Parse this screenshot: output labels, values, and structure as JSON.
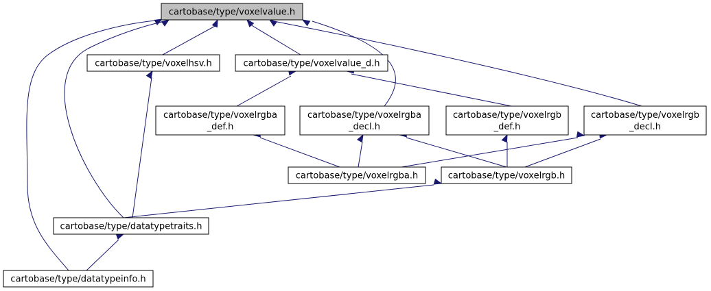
{
  "graph": {
    "nodes": [
      {
        "id": "voxelvalue",
        "lines": [
          "cartobase/type/voxelvalue.h"
        ],
        "highlight": true
      },
      {
        "id": "voxelhsv",
        "lines": [
          "cartobase/type/voxelhsv.h"
        ]
      },
      {
        "id": "voxelvalue_d",
        "lines": [
          "cartobase/type/voxelvalue_d.h"
        ]
      },
      {
        "id": "voxelrgba_def",
        "lines": [
          "cartobase/type/voxelrgba",
          "_def.h"
        ]
      },
      {
        "id": "voxelrgba_decl",
        "lines": [
          "cartobase/type/voxelrgba",
          "_decl.h"
        ]
      },
      {
        "id": "voxelrgb_def",
        "lines": [
          "cartobase/type/voxelrgb",
          "_def.h"
        ]
      },
      {
        "id": "voxelrgb_decl",
        "lines": [
          "cartobase/type/voxelrgb",
          "_decl.h"
        ]
      },
      {
        "id": "voxelrgba",
        "lines": [
          "cartobase/type/voxelrgba.h"
        ]
      },
      {
        "id": "voxelrgb",
        "lines": [
          "cartobase/type/voxelrgb.h"
        ]
      },
      {
        "id": "datatypetraits",
        "lines": [
          "cartobase/type/datatypetraits.h"
        ]
      },
      {
        "id": "datatypeinfo",
        "lines": [
          "cartobase/type/datatypeinfo.h"
        ]
      }
    ],
    "edges": [
      {
        "from": "voxelhsv",
        "to": "voxelvalue"
      },
      {
        "from": "voxelvalue_d",
        "to": "voxelvalue"
      },
      {
        "from": "voxelrgba_decl",
        "to": "voxelvalue"
      },
      {
        "from": "voxelrgb_decl",
        "to": "voxelvalue"
      },
      {
        "from": "datatypetraits",
        "to": "voxelvalue"
      },
      {
        "from": "datatypeinfo",
        "to": "voxelvalue"
      },
      {
        "from": "voxelrgba_def",
        "to": "voxelvalue_d"
      },
      {
        "from": "voxelrgb_def",
        "to": "voxelvalue_d"
      },
      {
        "from": "datatypetraits",
        "to": "voxelhsv"
      },
      {
        "from": "voxelrgba",
        "to": "voxelrgba_def"
      },
      {
        "from": "voxelrgba",
        "to": "voxelrgba_decl"
      },
      {
        "from": "voxelrgb",
        "to": "voxelrgba_decl"
      },
      {
        "from": "voxelrgb",
        "to": "voxelrgb_def"
      },
      {
        "from": "voxelrgba",
        "to": "voxelrgb_decl"
      },
      {
        "from": "voxelrgb",
        "to": "voxelrgb_decl"
      },
      {
        "from": "datatypetraits",
        "to": "voxelrgb"
      },
      {
        "from": "datatypeinfo",
        "to": "datatypetraits"
      }
    ]
  },
  "colors": {
    "edge": "#191970",
    "root_fill": "#bfbfbf",
    "node_fill": "#ffffff",
    "node_border": "#000000"
  }
}
